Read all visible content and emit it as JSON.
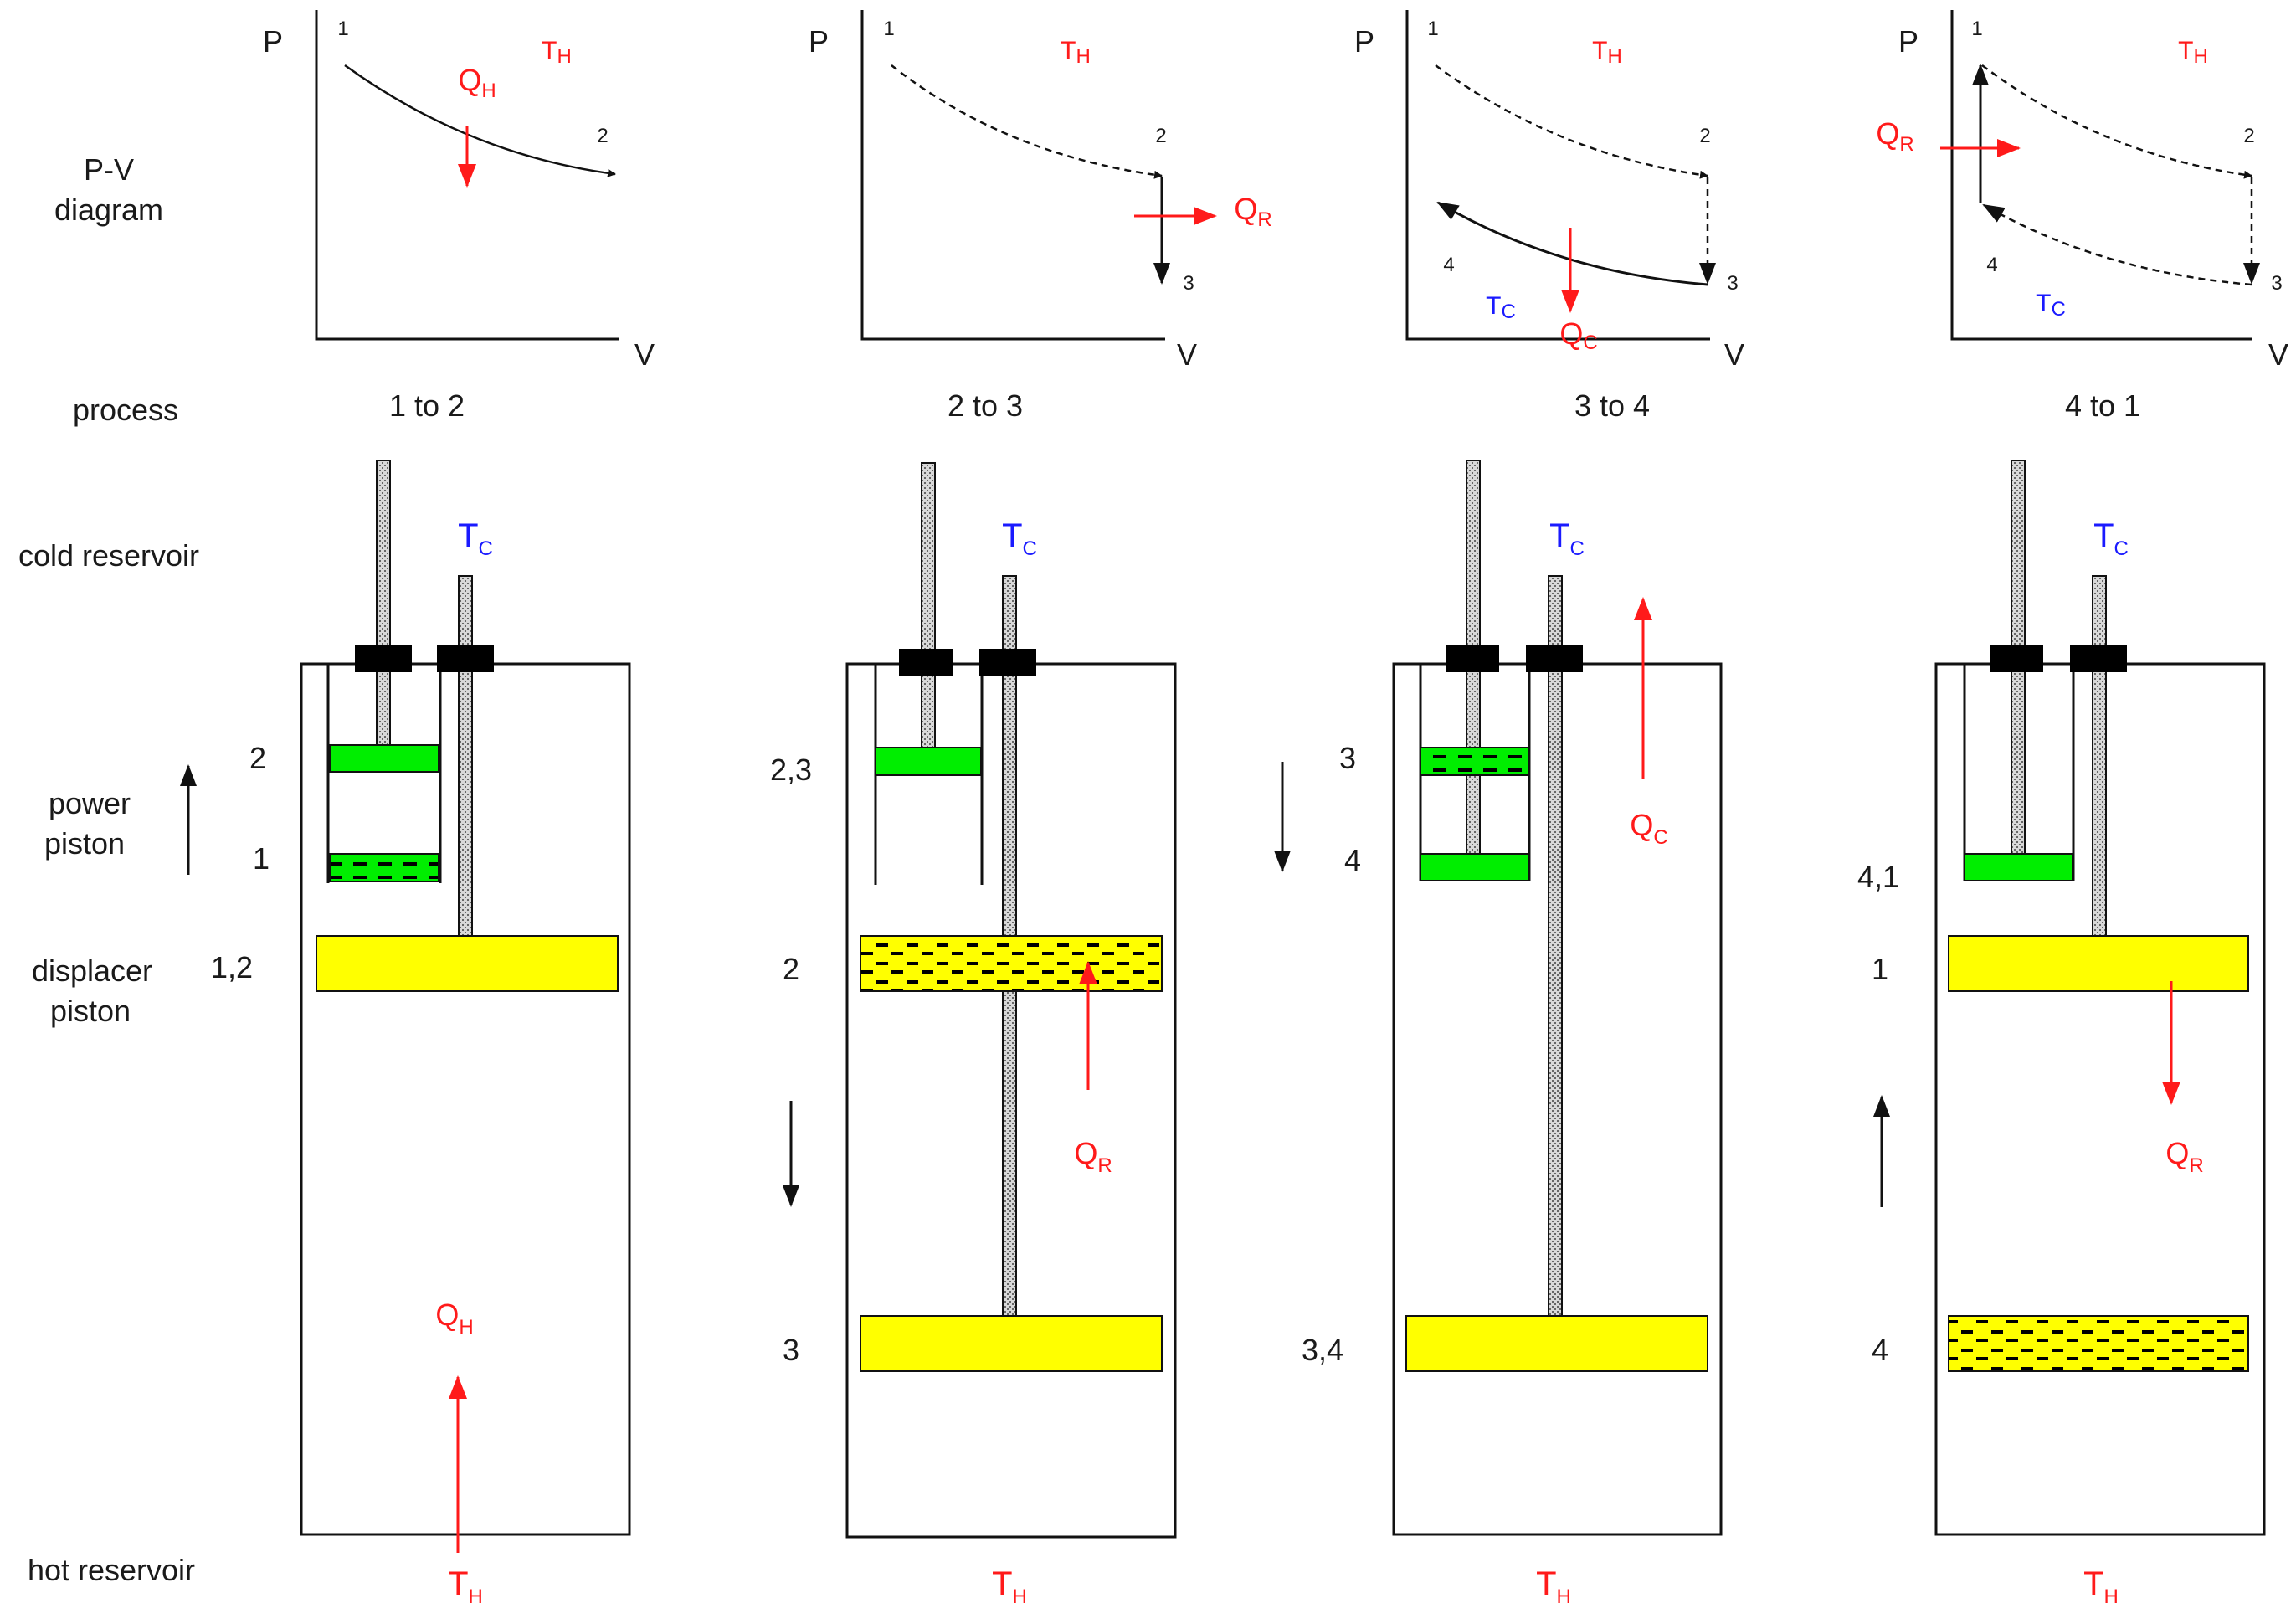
{
  "row_labels": {
    "pv_line1": "P-V",
    "pv_line2": "diagram",
    "process": "process",
    "cold": "cold reservoir",
    "power_line1": "power",
    "power_line2": "piston",
    "displacer_line1": "displacer",
    "displacer_line2": "piston",
    "hot": "hot reservoir"
  },
  "axes": {
    "p": "P",
    "v": "V"
  },
  "symbols": {
    "T": "T",
    "Q": "Q",
    "H": "H",
    "C": "C",
    "R": "R"
  },
  "panels": [
    {
      "process": "1 to 2",
      "pv": {
        "pt1": "1",
        "pt2": "2"
      },
      "states": {
        "power_a": "2",
        "power_b": "1",
        "displacer": "1,2"
      }
    },
    {
      "process": "2 to 3",
      "pv": {
        "pt1": "1",
        "pt2": "2",
        "pt3": "3"
      },
      "states": {
        "power": "2,3",
        "displacer_a": "2",
        "displacer_b": "3"
      }
    },
    {
      "process": "3 to 4",
      "pv": {
        "pt1": "1",
        "pt2": "2",
        "pt3": "3",
        "pt4": "4"
      },
      "states": {
        "power_a": "3",
        "power_b": "4",
        "displacer": "3,4"
      }
    },
    {
      "process": "4 to 1",
      "pv": {
        "pt1": "1",
        "pt2": "2",
        "pt3": "3",
        "pt4": "4"
      },
      "states": {
        "power": "4,1",
        "displacer_a": "1",
        "displacer_b": "4"
      }
    }
  ],
  "colors": {
    "heat_arrow": "#ff1a1a",
    "cold_label": "#1a1aff",
    "power_piston": "#00ee00",
    "displacer_piston": "#ffff00",
    "ink": "#1a1a1a"
  }
}
